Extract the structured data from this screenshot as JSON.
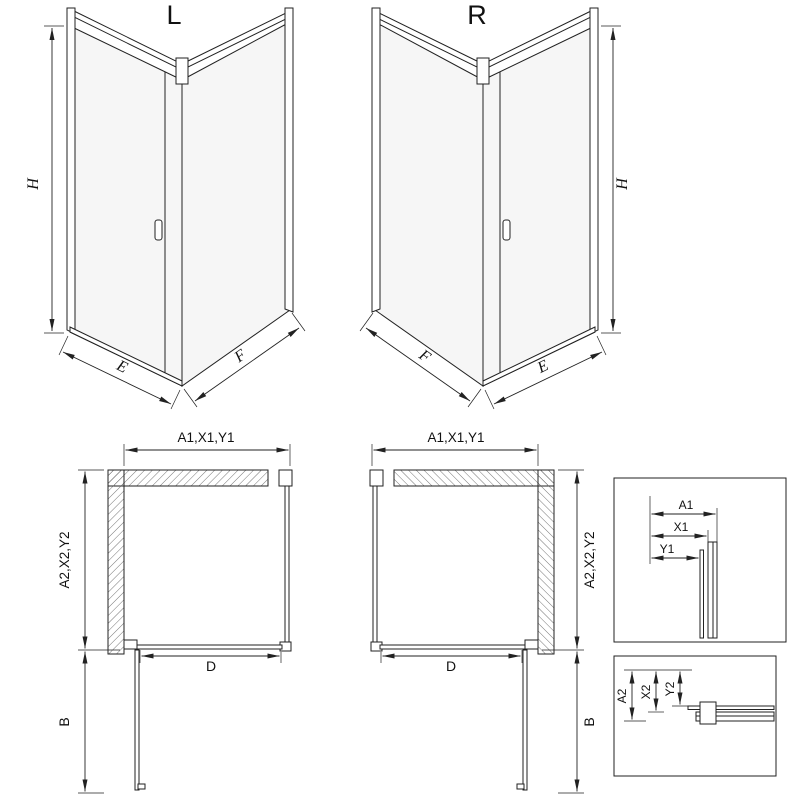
{
  "drawing": {
    "iso_left": {
      "label": "L",
      "height_dim": "H",
      "door_side_dim": "E",
      "fixed_side_dim": "F"
    },
    "iso_right": {
      "label": "R",
      "height_dim": "H",
      "door_side_dim": "E",
      "fixed_side_dim": "F"
    },
    "plan_left": {
      "width_dims": "A1,X1,Y1",
      "depth_dims": "A2,X2,Y2",
      "door_width_dim": "D",
      "entry_dim": "B"
    },
    "plan_right": {
      "width_dims": "A1,X1,Y1",
      "depth_dims": "A2,X2,Y2",
      "door_width_dim": "D",
      "entry_dim": "B"
    },
    "detail_width": {
      "dim_a": "A1",
      "dim_x": "X1",
      "dim_y": "Y1"
    },
    "detail_depth": {
      "dim_a": "A2",
      "dim_x": "X2",
      "dim_y": "Y2"
    }
  },
  "colors": {
    "line": "#222222",
    "glass_fill": "#f6f6f6",
    "hatch": "#666666",
    "background": "#ffffff"
  }
}
